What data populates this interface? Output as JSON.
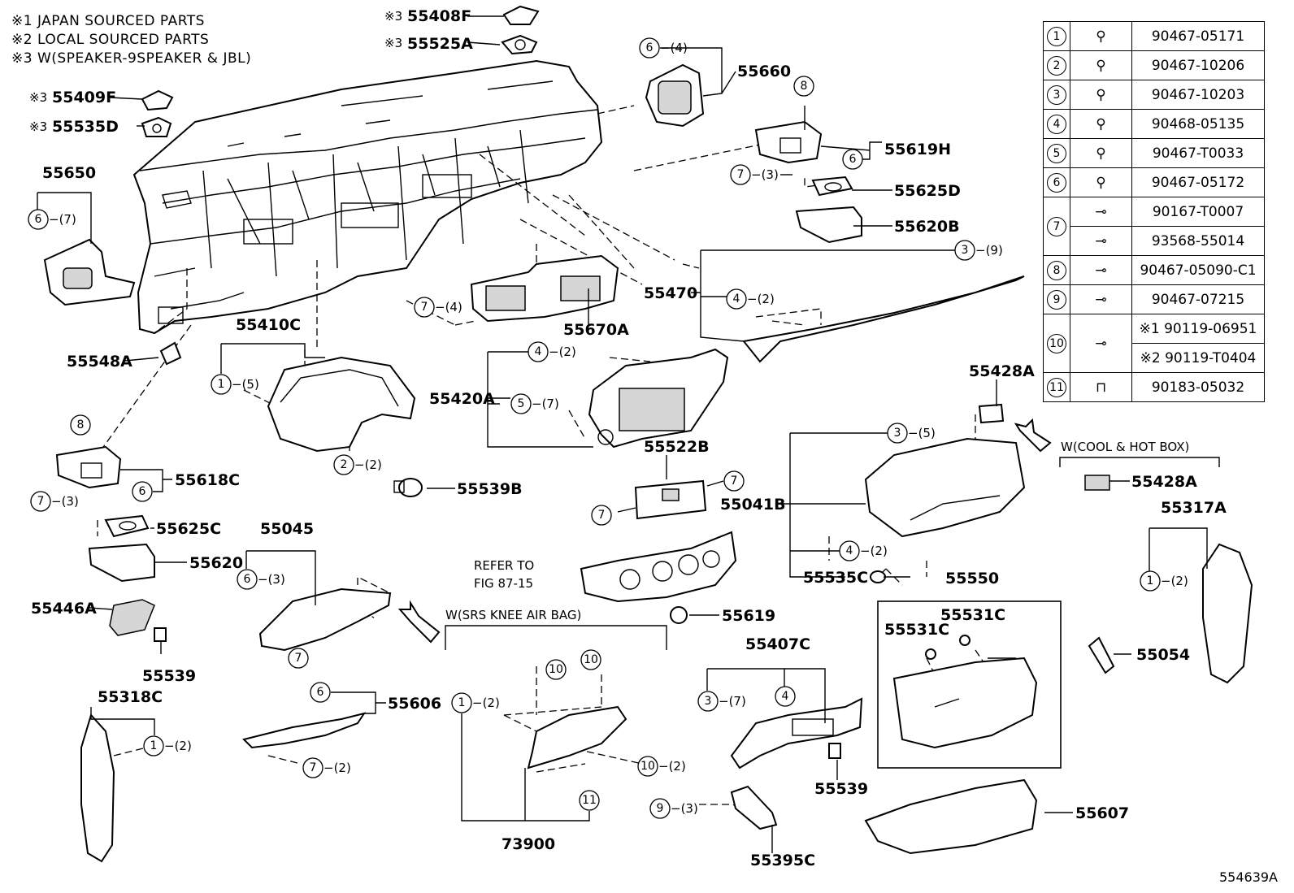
{
  "notes": [
    "※1  JAPAN SOURCED PARTS",
    "※2  LOCAL SOURCED PARTS",
    "※3 W(SPEAKER-9SPEAKER & JBL)"
  ],
  "parts": {
    "p55408F": "55408F",
    "p55525A": "55525A",
    "p55409F": "55409F",
    "p55535D": "55535D",
    "p55650": "55650",
    "p55660": "55660",
    "p55619H": "55619H",
    "p55625D": "55625D",
    "p55620B": "55620B",
    "p55470": "55470",
    "p55670A": "55670A",
    "p55410C": "55410C",
    "p55548A": "55548A",
    "p55420A": "55420A",
    "p55428A_top": "55428A",
    "p55428A_box": "55428A",
    "p55618C": "55618C",
    "p55539B": "55539B",
    "p55522B": "55522B",
    "p55041B": "55041B",
    "p55317A": "55317A",
    "p55625C": "55625C",
    "p55045": "55045",
    "p55620": "55620",
    "p55446A": "55446A",
    "p55619": "55619",
    "p55535C": "55535C",
    "p55550": "55550",
    "p55531C_a": "55531C",
    "p55531C_b": "55531C",
    "p55054": "55054",
    "p55539_left": "55539",
    "p55539_right": "55539",
    "p55318C": "55318C",
    "p55606": "55606",
    "p55407C": "55407C",
    "p73900": "73900",
    "p55607": "55607",
    "p55395C": "55395C"
  },
  "refer_to": [
    "REFER TO",
    "FIG 87-15"
  ],
  "conditions": {
    "cool_hot_box": "W(COOL & HOT BOX)",
    "srs_knee": "W(SRS KNEE AIR BAG)"
  },
  "legend": [
    {
      "idx": "1",
      "part": "90467-05171"
    },
    {
      "idx": "2",
      "part": "90467-10206"
    },
    {
      "idx": "3",
      "part": "90467-10203"
    },
    {
      "idx": "4",
      "part": "90468-05135"
    },
    {
      "idx": "5",
      "part": "90467-T0033"
    },
    {
      "idx": "6",
      "part": "90467-05172"
    },
    {
      "idx": "7",
      "part": "90167-T0007",
      "part2": "93568-55014"
    },
    {
      "idx": "8",
      "part": "90467-05090-C1"
    },
    {
      "idx": "9",
      "part": "90467-07215"
    },
    {
      "idx": "10",
      "part": "※1 90119-06951",
      "part2": "※2 90119-T0404"
    },
    {
      "idx": "11",
      "part": "90183-05032"
    }
  ],
  "figure_id": "554639A"
}
